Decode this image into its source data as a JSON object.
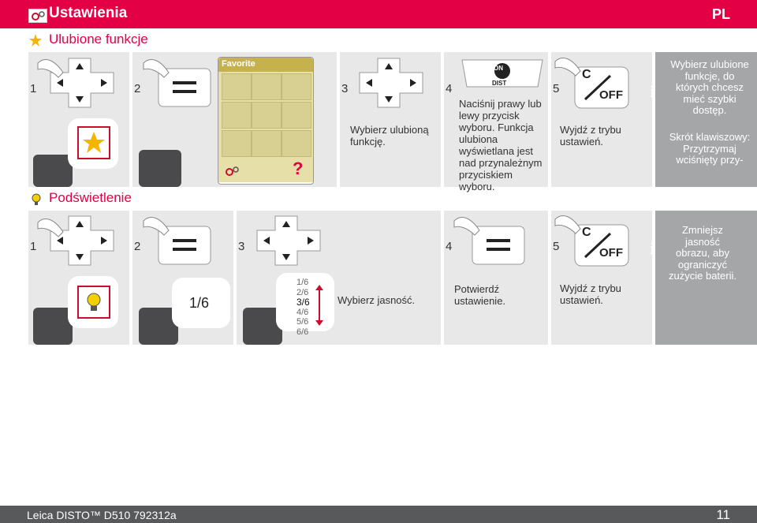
{
  "header": {
    "title": "Ustawienia",
    "lang": "PL"
  },
  "section1": {
    "title": "Ulubione funkcje",
    "steps": [
      {
        "num": "1"
      },
      {
        "num": "2"
      },
      {
        "num": "3",
        "text": "Wybierz ulubioną funkcję."
      },
      {
        "num": "4",
        "text": "Naciśnij prawy lub lewy przycisk wyboru. Funkcja ulubiona wyświetlana jest nad przynależnym przyciskiem wyboru."
      },
      {
        "num": "5",
        "text": "Wyjdź z trybu ustawień."
      }
    ],
    "favorite_label": "Favorite",
    "info": "Wybierz ulubione funkcje, do których chcesz mieć szybki dostęp.",
    "info2": "Skrót klawiszowy: Przytrzymaj wciśnięty przy-"
  },
  "section2": {
    "title": "Podświetlenie",
    "steps": [
      {
        "num": "1"
      },
      {
        "num": "2",
        "display": "1/6"
      },
      {
        "num": "3",
        "text": "Wybierz jasność.",
        "levels": [
          "1/6",
          "2/6",
          "3/6",
          "4/6",
          "5/6",
          "6/6"
        ],
        "selected": "3/6"
      },
      {
        "num": "4",
        "text": "Potwierdź ustawienie."
      },
      {
        "num": "5",
        "text": "Wyjdź z trybu ustawień."
      }
    ],
    "info": "Zmniejsz jasność obrazu, aby ograniczyć zużycie baterii."
  },
  "keys": {
    "on": "ON",
    "dist": "DIST",
    "c": "C",
    "off": "OFF",
    "info_glyph": "i",
    "question": "?"
  },
  "footer": {
    "product": "Leica DISTO™ D510 792312a",
    "page": "11"
  },
  "colors": {
    "brand": "#e30045",
    "panel": "#e8e8e9",
    "info_panel": "#a5a6a8"
  }
}
